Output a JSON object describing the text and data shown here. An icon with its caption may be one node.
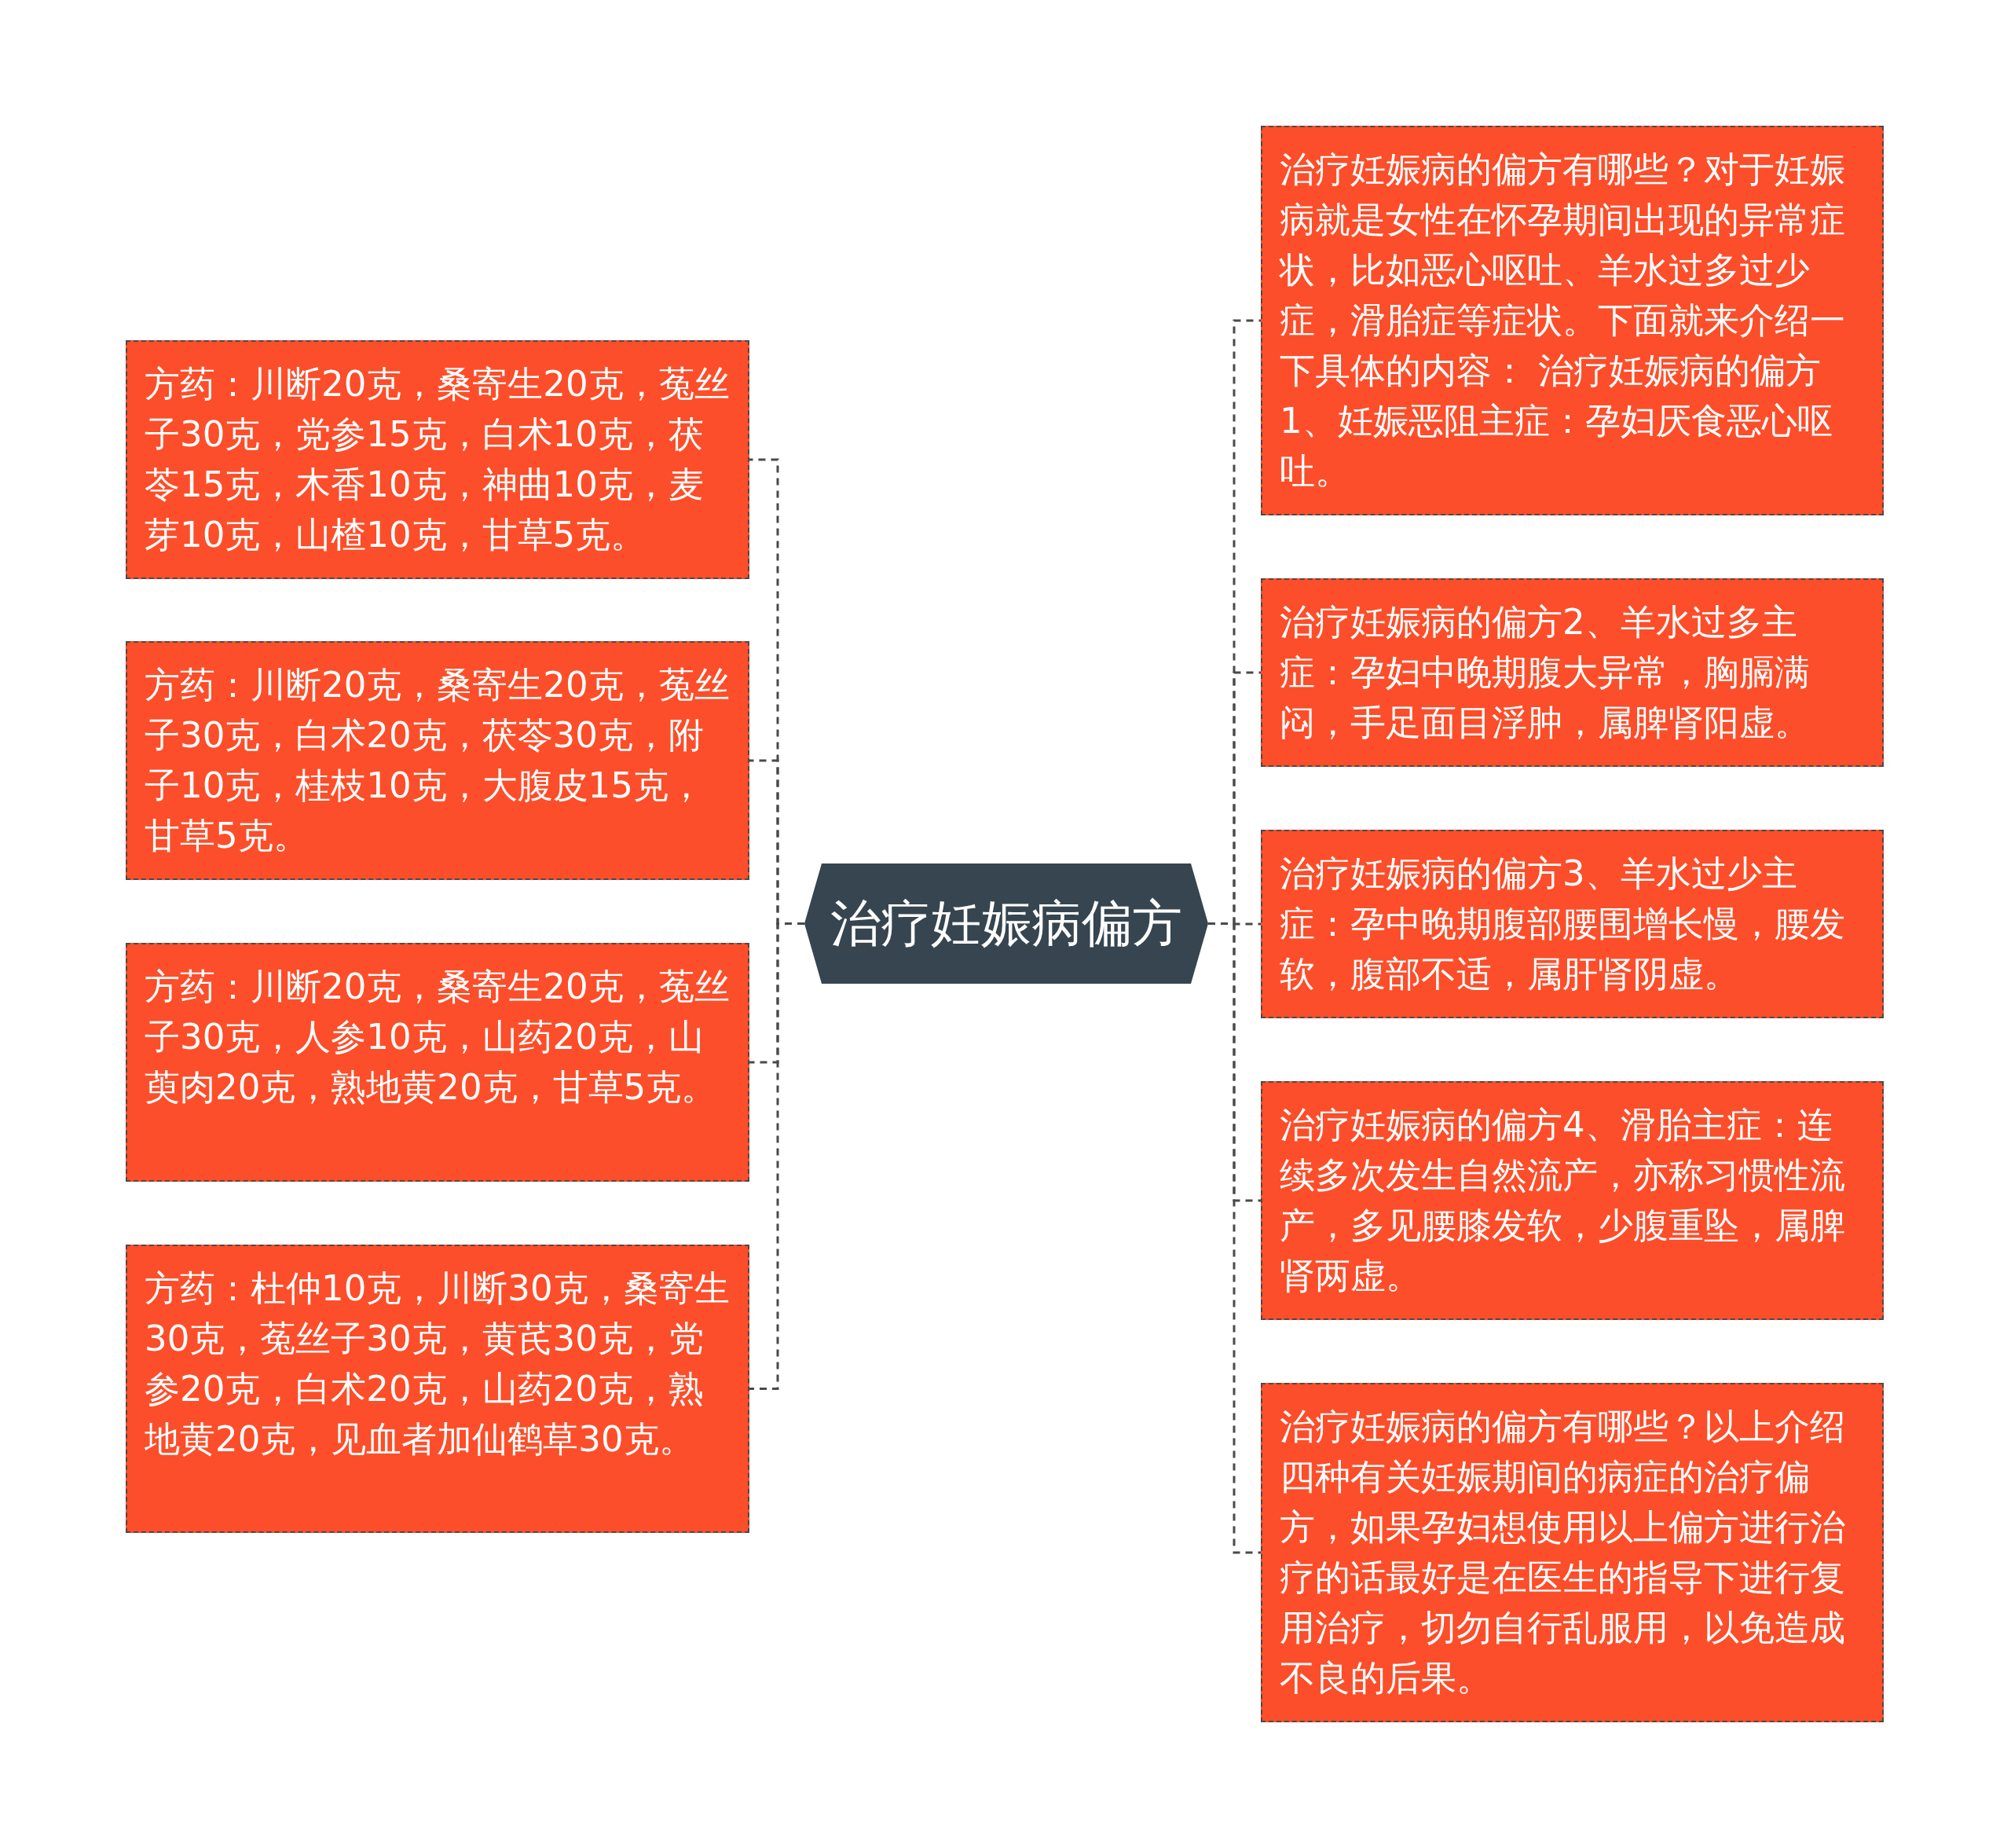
{
  "diagram": {
    "nodes": [
      {
        "text": [
          "治疗妊娠病偏方"
        ]
      },
      {
        "text": [
          "方药：川断20克，桑寄生20克，菟丝子30克，党参15克，白术10克，茯苓15克，木香10克，神曲10克，麦芽10克，山楂10克，甘草5克。"
        ]
      },
      {
        "text": [
          "方药：川断20克，桑寄生20克，菟丝子30克，白术20克，茯苓30克，附子10克，桂枝10克，大腹皮15克，甘草5克。"
        ]
      },
      {
        "text": [
          "方药：川断20克，桑寄生20克，菟丝子30克，人参10克，山药20克，山萸肉20克，熟地黄20克，甘草5克。"
        ]
      },
      {
        "text": [
          "方药：杜仲10克，川断30克，桑寄生30克，菟丝子30克，黄芪30克，党参20克，白术20克，山药20克，熟地黄20克，见血者加仙鹤草30克。"
        ]
      },
      {
        "text": [
          "治疗妊娠病的偏方有哪些？对于妊娠病就是女性在怀孕期间出现的异常症状，比如恶心呕吐、羊水过多过少症，滑胎症等症状。下面就来介绍一下具体的内容： 治疗妊娠病的偏方1、妊娠恶阻主症：孕妇厌食恶心呕吐。"
        ]
      },
      {
        "text": [
          "治疗妊娠病的偏方2、羊水过多主症：孕妇中晚期腹大异常，胸膈满闷，手足面目浮肿，属脾肾阳虚。"
        ]
      },
      {
        "text": [
          "治疗妊娠病的偏方3、羊水过少主症：孕中晚期腹部腰围增长慢，腰发软，腹部不适，属肝肾阴虚。"
        ]
      },
      {
        "text": [
          "治疗妊娠病的偏方4、滑胎主症：连续多次发生自然流产，亦称习惯性流产，多见腰膝发软，少腹重坠，属脾肾两虚。"
        ]
      },
      {
        "text": [
          "治疗妊娠病的偏方有哪些？以上介绍四种有关妊娠期间的病症的治疗偏方，如果孕妇想使用以上偏方进行治疗的话最好是在医生的指导下进行复用治疗，切勿自行乱服用，以免造成不良的后果。"
        ]
      }
    ],
    "edges": [
      {
        "from": 0,
        "to": 1,
        "arrow": "none"
      },
      {
        "from": 0,
        "to": 2,
        "arrow": "none"
      },
      {
        "from": 0,
        "to": 3,
        "arrow": "none"
      },
      {
        "from": 0,
        "to": 4,
        "arrow": "none"
      },
      {
        "from": 0,
        "to": 5,
        "arrow": "none"
      },
      {
        "from": 0,
        "to": 6,
        "arrow": "none"
      },
      {
        "from": 0,
        "to": 7,
        "arrow": "none"
      },
      {
        "from": 0,
        "to": 8,
        "arrow": "none"
      },
      {
        "from": 0,
        "to": 9,
        "arrow": "none"
      }
    ]
  }
}
